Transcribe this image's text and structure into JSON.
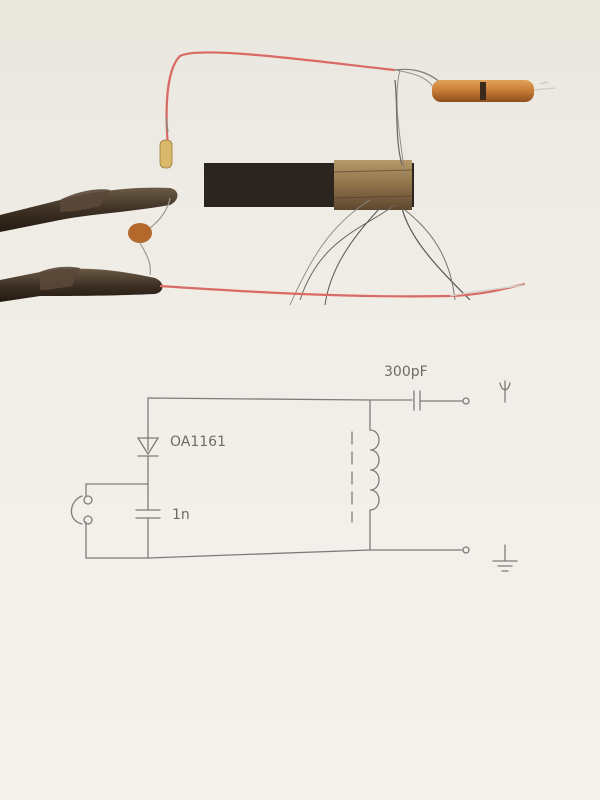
{
  "photo": {
    "schematic": {
      "diode_label": "OA1161",
      "capacitor_label": "1n",
      "coupling_capacitor_label": "300pF",
      "antenna_symbol": "Ψ"
    }
  }
}
